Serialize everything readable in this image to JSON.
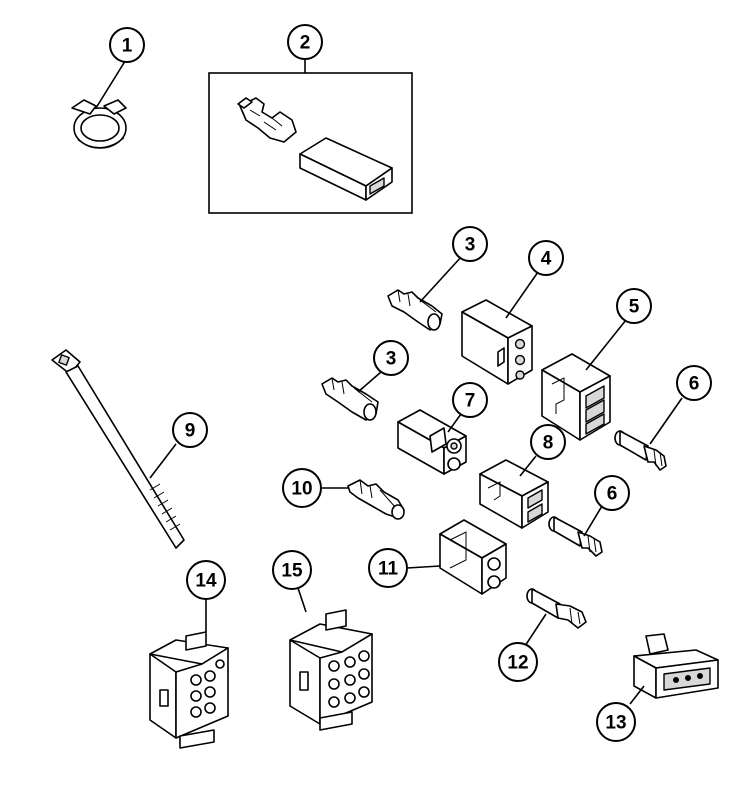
{
  "diagram": {
    "callouts": [
      {
        "id": "c1",
        "label": "1"
      },
      {
        "id": "c2",
        "label": "2"
      },
      {
        "id": "c3a",
        "label": "3"
      },
      {
        "id": "c3b",
        "label": "3"
      },
      {
        "id": "c4",
        "label": "4"
      },
      {
        "id": "c5",
        "label": "5"
      },
      {
        "id": "c6a",
        "label": "6"
      },
      {
        "id": "c6b",
        "label": "6"
      },
      {
        "id": "c7",
        "label": "7"
      },
      {
        "id": "c8",
        "label": "8"
      },
      {
        "id": "c9",
        "label": "9"
      },
      {
        "id": "c10",
        "label": "10"
      },
      {
        "id": "c11",
        "label": "11"
      },
      {
        "id": "c12",
        "label": "12"
      },
      {
        "id": "c13",
        "label": "13"
      },
      {
        "id": "c14",
        "label": "14"
      },
      {
        "id": "c15",
        "label": "15"
      }
    ],
    "colors": {
      "line": "#000000",
      "background": "#ffffff",
      "shade": "#d8d8d8"
    }
  }
}
